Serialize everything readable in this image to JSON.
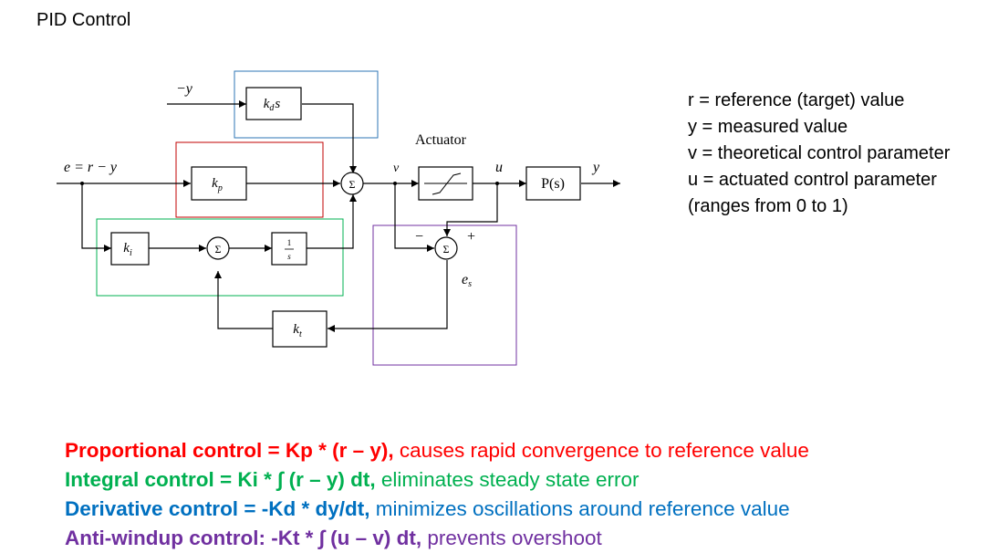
{
  "title": "PID Control",
  "diagram": {
    "signals": {
      "minus_y": "−y",
      "error": "e = r − y",
      "v": "v",
      "u": "u",
      "y_out": "y",
      "e_s": "e",
      "e_s_sub": "s"
    },
    "blocks": {
      "kd": "k",
      "kd_sub": "d",
      "kd_s": "s",
      "kp": "k",
      "kp_sub": "p",
      "ki": "k",
      "ki_sub": "i",
      "integrator_num": "1",
      "integrator_den": "s",
      "kt": "k",
      "kt_sub": "t",
      "plant": "P(s)",
      "sum": "Σ"
    },
    "labels": {
      "actuator": "Actuator",
      "minus": "−",
      "plus": "+"
    },
    "colors": {
      "derivative_box": "#2e75b6",
      "proportional_box": "#c00000",
      "integral_box": "#00b050",
      "antiwindup_box": "#7030a0"
    }
  },
  "legend": [
    "r = reference (target) value",
    "y = measured value",
    "v = theoretical control parameter",
    "u = actuated control parameter",
    "(ranges from 0 to 1)"
  ],
  "descriptions": {
    "proportional": {
      "formula": "Proportional control = Kp * (r – y),",
      "text": " causes rapid convergence to reference value"
    },
    "integral": {
      "formula": "Integral control = Ki * ∫ (r – y) dt,",
      "text": " eliminates steady state error"
    },
    "derivative": {
      "formula": "Derivative control = -Kd * dy/dt,",
      "text": " minimizes oscillations around reference value"
    },
    "antiwindup": {
      "formula": "Anti-windup control: -Kt * ∫ (u – v) dt,",
      "text": " prevents overshoot"
    }
  }
}
